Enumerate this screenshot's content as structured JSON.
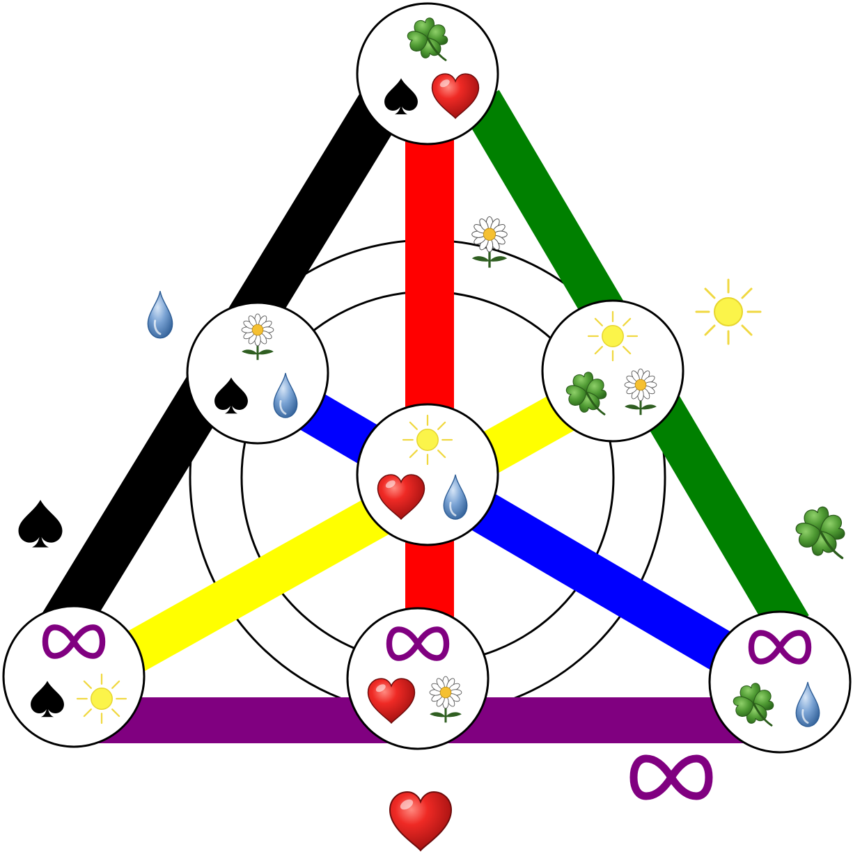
{
  "diagram": {
    "lines": [
      {
        "id": "spade-line",
        "color": "#000000",
        "symbol": "spade"
      },
      {
        "id": "clover-line",
        "color": "#008000",
        "symbol": "clover"
      },
      {
        "id": "infinity-line",
        "color": "#800080",
        "symbol": "infinity"
      },
      {
        "id": "heart-line",
        "color": "#ff0000",
        "symbol": "heart"
      },
      {
        "id": "water-line",
        "color": "#0000ff",
        "symbol": "drop"
      },
      {
        "id": "sun-line",
        "color": "#ffff00",
        "symbol": "sun"
      }
    ],
    "circle_line": {
      "id": "flower-circle",
      "symbol": "flower"
    },
    "points": [
      {
        "id": "point-top",
        "symbols": [
          "clover",
          "spade",
          "heart"
        ]
      },
      {
        "id": "point-upper-left",
        "symbols": [
          "flower",
          "spade",
          "drop"
        ]
      },
      {
        "id": "point-upper-right",
        "symbols": [
          "sun",
          "clover",
          "flower"
        ]
      },
      {
        "id": "point-center",
        "symbols": [
          "sun",
          "heart",
          "drop"
        ]
      },
      {
        "id": "point-bottom-left",
        "symbols": [
          "infinity",
          "spade",
          "sun"
        ]
      },
      {
        "id": "point-bottom-center",
        "symbols": [
          "infinity",
          "heart",
          "flower"
        ]
      },
      {
        "id": "point-bottom-right",
        "symbols": [
          "infinity",
          "clover",
          "drop"
        ]
      }
    ],
    "line_labels": [
      "spade",
      "drop",
      "flower",
      "sun",
      "clover",
      "infinity",
      "heart"
    ],
    "colors": {
      "spade": "#000000",
      "heart": "#e0141b",
      "clover": "#3f8f2a",
      "drop": "#5f8fc8",
      "sun": "#f7ee3a",
      "infinity": "#800080",
      "flower_petal": "#ffffff",
      "flower_center": "#f5c031",
      "stem": "#2f5e21"
    }
  }
}
